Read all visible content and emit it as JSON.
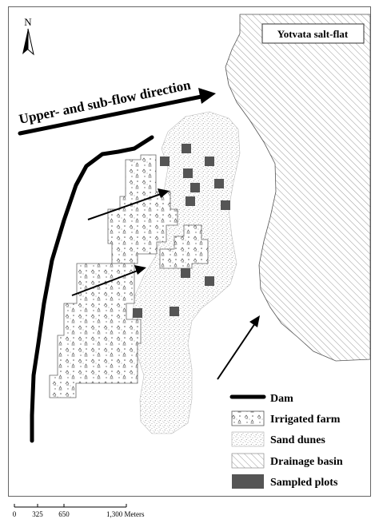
{
  "map": {
    "north_label": "N",
    "place_label": "Yotvata salt-flat",
    "flow_label": "Upper- and sub-flow direction"
  },
  "legend": {
    "items": [
      {
        "label": "Dam",
        "symbol": "line"
      },
      {
        "label": "Irrigated farm",
        "symbol": "farm-pattern"
      },
      {
        "label": "Sand dunes",
        "symbol": "sand-pattern"
      },
      {
        "label": "Drainage basin",
        "symbol": "hatch-pattern"
      },
      {
        "label": "Sampled plots",
        "symbol": "dark-square"
      }
    ]
  },
  "scale_bar": {
    "ticks": [
      "0",
      "325",
      "650",
      "1,300 Meters"
    ]
  },
  "colors": {
    "ink": "#000000",
    "sampled_plot": "#555555",
    "hatch": "#9a9a9a",
    "sand_dot": "#888888",
    "farm_ink": "#555555"
  }
}
